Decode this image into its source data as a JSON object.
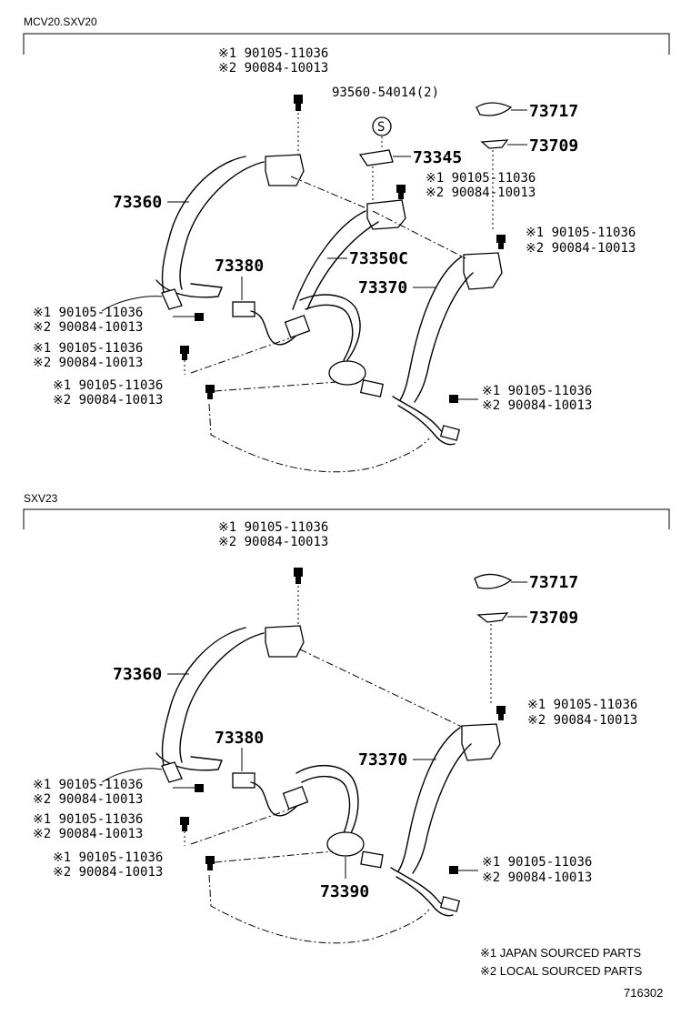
{
  "figure_code": "716302",
  "sections": [
    {
      "header": "MCV20.SXV20",
      "labels": {
        "top_bolt_1": "※1 90105-11036",
        "top_bolt_2": "※2 90084-10013",
        "snap": "93560-54014(2)",
        "snap_symbol": "S",
        "p73717": "73717",
        "p73709": "73709",
        "p73345": "73345",
        "mid_bolt_1": "※1 90105-11036",
        "mid_bolt_2": "※2 90084-10013",
        "right_bolt_1": "※1 90105-11036",
        "right_bolt_2": "※2 90084-10013",
        "p73360": "73360",
        "p73350c": "73350C",
        "p73380": "73380",
        "p73370": "73370",
        "lb1_1": "※1 90105-11036",
        "lb1_2": "※2 90084-10013",
        "lb2_1": "※1 90105-11036",
        "lb2_2": "※2 90084-10013",
        "lb3_1": "※1 90105-11036",
        "lb3_2": "※2 90084-10013",
        "rb_1": "※1 90105-11036",
        "rb_2": "※2 90084-10013"
      }
    },
    {
      "header": "SXV23",
      "labels": {
        "top_bolt_1": "※1 90105-11036",
        "top_bolt_2": "※2 90084-10013",
        "p73717": "73717",
        "p73709": "73709",
        "right_bolt_1": "※1 90105-11036",
        "right_bolt_2": "※2 90084-10013",
        "p73360": "73360",
        "p73380": "73380",
        "p73370": "73370",
        "p73390": "73390",
        "lb1_1": "※1 90105-11036",
        "lb1_2": "※2 90084-10013",
        "lb2_1": "※1 90105-11036",
        "lb2_2": "※2 90084-10013",
        "lb3_1": "※1 90105-11036",
        "lb3_2": "※2 90084-10013",
        "rb_1": "※1 90105-11036",
        "rb_2": "※2 90084-10013"
      }
    }
  ],
  "legend": {
    "line1": "※1 JAPAN SOURCED PARTS",
    "line2": "※2 LOCAL SOURCED PARTS"
  }
}
